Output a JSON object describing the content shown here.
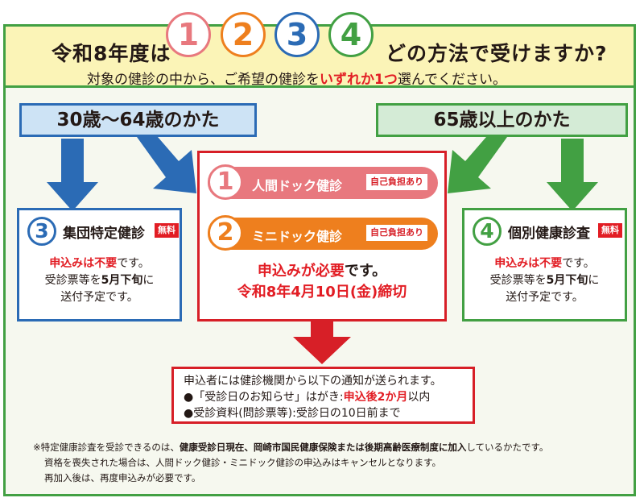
{
  "colors": {
    "green": "#42a043",
    "blue": "#2b6bb5",
    "red": "#d71f27",
    "pink": "#e8787e",
    "orange": "#ee7f1e",
    "yellow_bg": "#fbf4b7"
  },
  "header": {
    "title_left": "令和8年度は",
    "numbers": [
      "1",
      "2",
      "3",
      "4"
    ],
    "title_right": "どの方法で受けますか?",
    "subtitle_pre": "対象の健診の中から、ご希望の健診を",
    "subtitle_emph": "いずれか1つ",
    "subtitle_post": "選んでください。"
  },
  "age_left": "30歳〜64歳のかた",
  "age_right": "65歳以上のかた",
  "option3": {
    "number": "3",
    "name": "集団特定健診",
    "badge": "無料",
    "line1_red": "申込みは不要",
    "line1_rest": "です。",
    "line2_pre": "受診票等を",
    "line2_bold": "5月下旬",
    "line2_post": "に",
    "line3": "送付予定です。"
  },
  "option4": {
    "number": "4",
    "name": "個別健康診査",
    "badge": "無料",
    "line1_red": "申込みは不要",
    "line1_rest": "です。",
    "line2_pre": "受診票等を",
    "line2_bold": "5月下旬",
    "line2_post": "に",
    "line3": "送付予定です。"
  },
  "center": {
    "option1": {
      "number": "1",
      "name": "人間ドック健診",
      "tag": "自己負担あり"
    },
    "option2": {
      "number": "2",
      "name": "ミニドック健診",
      "tag": "自己負担あり"
    },
    "msg1_red": "申込みが必要",
    "msg1_rest": "です。",
    "msg2": "令和8年4月10日(金)締切"
  },
  "notice": {
    "line1": "申込者には健診機関から以下の通知が送られます。",
    "line2_pre": "●「受診日のお知らせ」はがき:",
    "line2_red": "申込後2か月",
    "line2_post": "以内",
    "line3": "●受診資料(問診票等):受診日の10日前まで"
  },
  "notes": {
    "line1_pre": "※特定健康診査を受診できるのは、",
    "line1_bold": "健康受診日現在、岡崎市国民健康保険または後期高齢医療制度に加入",
    "line1_post": "しているかたです。",
    "line2": "資格を喪失された場合は、人間ドック健診・ミニドック健診の申込みはキャンセルとなります。",
    "line3": "再加入後は、再度申込みが必要です。"
  }
}
